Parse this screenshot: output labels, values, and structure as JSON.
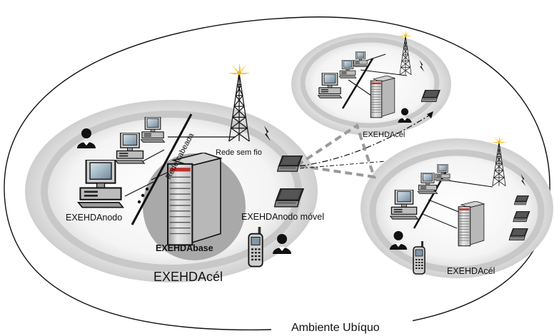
{
  "diagram": {
    "labels": {
      "ambiente": "Ambiente Ubíquo",
      "main_cell": "EXEHDAcél",
      "cell_top_right": "EXEHDAcél",
      "cell_bottom_right": "EXEHDAcél",
      "base": "EXEHDAbase",
      "nodo": "EXEHDAnodo",
      "nodo_movel": "EXEHDAnodo móvel",
      "rede_cabeada": "Rede cabeada",
      "rede_sem_fio": "Rede sem fio"
    },
    "icons": [
      "antenna-icon",
      "server-icon",
      "desktop-computer-icon",
      "laptop-icon",
      "mobile-phone-icon",
      "user-icon",
      "wireless-signal-icon"
    ]
  }
}
